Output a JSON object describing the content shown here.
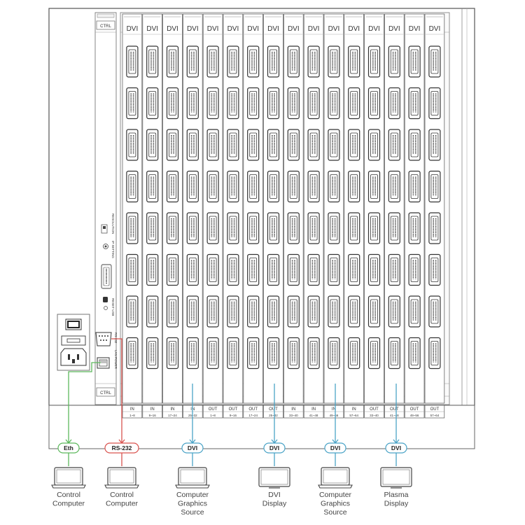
{
  "chassis": {
    "ctrl_label": "CTRL",
    "port_header_label": "DVI",
    "slot_count": 16,
    "ports_per_slot": 8,
    "ports_table": [
      {
        "dir": "IN",
        "range": "1~8"
      },
      {
        "dir": "IN",
        "range": "9~16"
      },
      {
        "dir": "IN",
        "range": "17~24"
      },
      {
        "dir": "IN",
        "range": "25~32"
      },
      {
        "dir": "OUT",
        "range": "1~8"
      },
      {
        "dir": "OUT",
        "range": "9~16"
      },
      {
        "dir": "OUT",
        "range": "17~24"
      },
      {
        "dir": "OUT",
        "range": "25~32"
      },
      {
        "dir": "IN",
        "range": "33~40"
      },
      {
        "dir": "IN",
        "range": "41~48"
      },
      {
        "dir": "IN",
        "range": "49~56"
      },
      {
        "dir": "IN",
        "range": "57~64"
      },
      {
        "dir": "OUT",
        "range": "33~40"
      },
      {
        "dir": "OUT",
        "range": "41~48"
      },
      {
        "dir": "OUT",
        "range": "49~56"
      },
      {
        "dir": "OUT",
        "range": "57~64"
      }
    ],
    "control_panel": {
      "resolution_label": "RESOLUTION",
      "ip_setting_label": "IP SETTING",
      "reset_usb_label": "RESET USB",
      "rs232_label": "RS-232",
      "lan_label": "LAN POWER"
    }
  },
  "connections": [
    {
      "label": "Eth",
      "color": "#5cb85c"
    },
    {
      "label": "RS-232",
      "color": "#d9534f"
    },
    {
      "label": "DVI",
      "color": "#4aa3c7"
    },
    {
      "label": "DVI",
      "color": "#4aa3c7"
    },
    {
      "label": "DVI",
      "color": "#4aa3c7"
    },
    {
      "label": "DVI",
      "color": "#4aa3c7"
    }
  ],
  "devices": [
    {
      "name": "control-computer-eth",
      "type": "laptop",
      "lines": [
        "Control",
        "Computer"
      ]
    },
    {
      "name": "control-computer-rs232",
      "type": "laptop",
      "lines": [
        "Control",
        "Computer"
      ]
    },
    {
      "name": "graphics-source-1",
      "type": "laptop",
      "lines": [
        "Computer",
        "Graphics",
        "Source"
      ]
    },
    {
      "name": "dvi-display",
      "type": "display",
      "lines": [
        "DVI",
        "Display"
      ]
    },
    {
      "name": "graphics-source-2",
      "type": "laptop",
      "lines": [
        "Computer",
        "Graphics",
        "Source"
      ]
    },
    {
      "name": "plasma-display",
      "type": "display",
      "lines": [
        "Plasma",
        "Display"
      ]
    }
  ]
}
